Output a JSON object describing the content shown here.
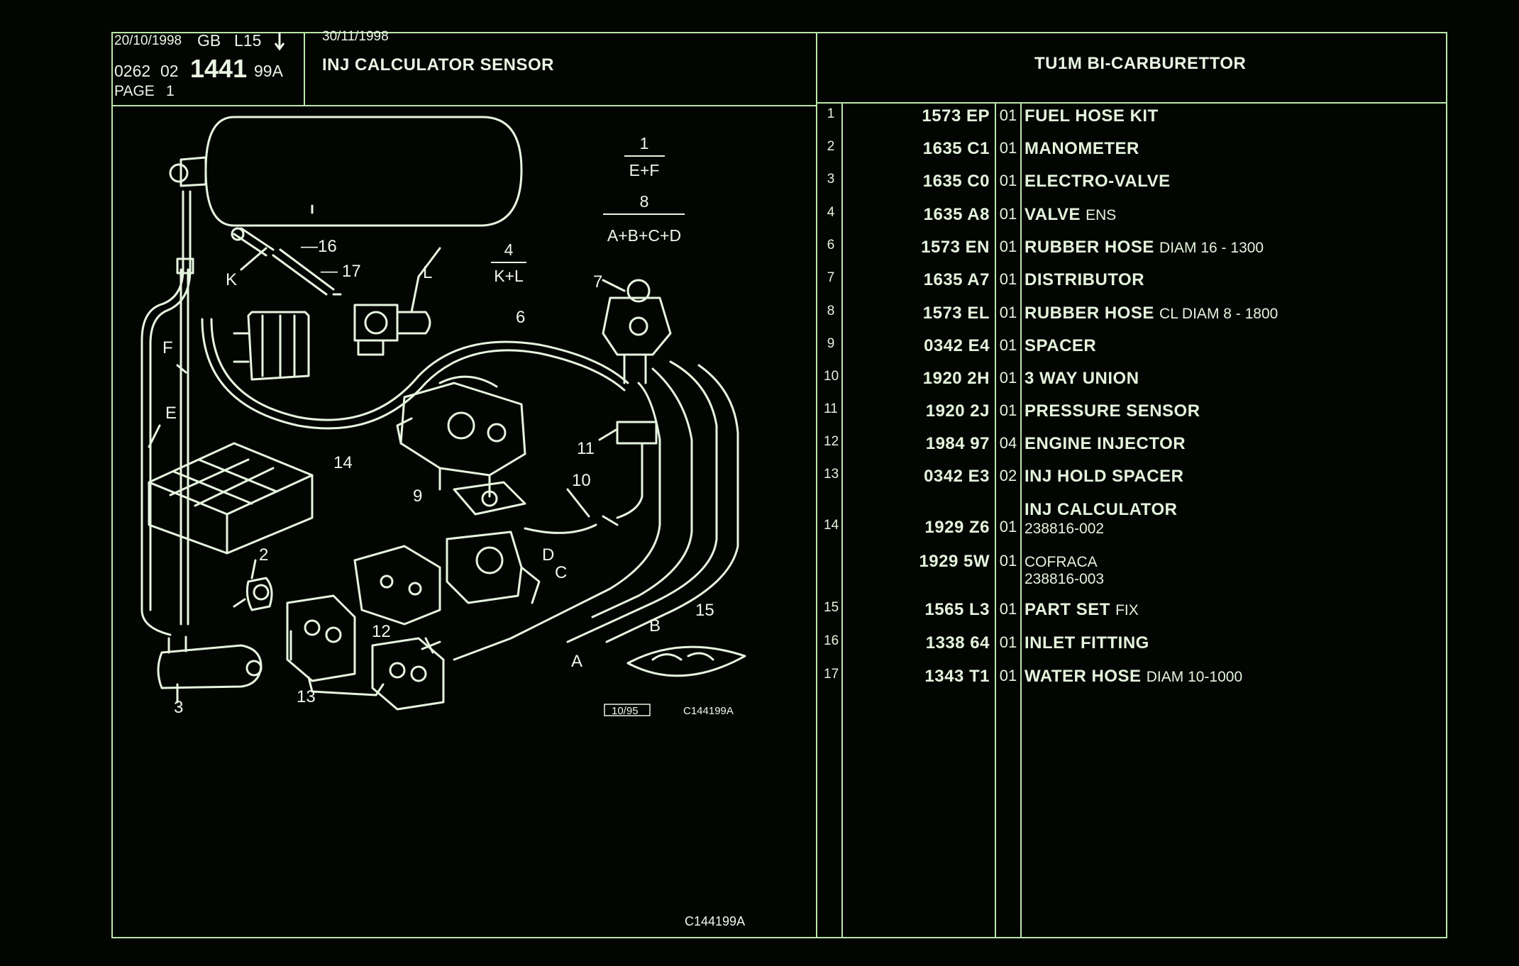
{
  "header": {
    "date": "20/10/1998",
    "lang": "GB",
    "code": "L15",
    "down_arrow_icon": "arrow-down-icon",
    "ref_a": "0262",
    "ref_b": "02",
    "ref_big": "1441",
    "ref_c": "99A",
    "page": "PAGE",
    "page_num": "1",
    "date2": "30/11/1998",
    "title": "INJ CALCULATOR SENSOR",
    "vehicle": "TU1M BI-CARBURETTOR"
  },
  "diagram": {
    "formula1_top": "1",
    "formula1_bottom": "E+F",
    "formula2_top": "8",
    "formula2_bottom": "A+B+C+D",
    "formula3_top": "4",
    "formula3_bottom": "K+L",
    "callouts": [
      "1",
      "2",
      "3",
      "6",
      "7",
      "9",
      "10",
      "11",
      "12",
      "13",
      "14",
      "15",
      "16",
      "17",
      "A",
      "B",
      "C",
      "D",
      "E",
      "F",
      "K",
      "L"
    ],
    "stamp_date": "10/95",
    "stamp_ref": "C144199A",
    "footer_ref": "C144199A"
  },
  "parts": [
    {
      "n": "1",
      "ref": "1573 EP",
      "qty": "01",
      "name": "FUEL HOSE KIT",
      "extra": ""
    },
    {
      "n": "2",
      "ref": "1635 C1",
      "qty": "01",
      "name": "MANOMETER",
      "extra": ""
    },
    {
      "n": "3",
      "ref": "1635 C0",
      "qty": "01",
      "name": "ELECTRO-VALVE",
      "extra": ""
    },
    {
      "n": "4",
      "ref": "1635 A8",
      "qty": "01",
      "name": "VALVE",
      "extra": "ENS"
    },
    {
      "n": "6",
      "ref": "1573 EN",
      "qty": "01",
      "name": "RUBBER HOSE",
      "extra": "DIAM 16 - 1300"
    },
    {
      "n": "7",
      "ref": "1635 A7",
      "qty": "01",
      "name": "DISTRIBUTOR",
      "extra": ""
    },
    {
      "n": "8",
      "ref": "1573 EL",
      "qty": "01",
      "name": "RUBBER HOSE",
      "extra": "CL DIAM 8 - 1800"
    },
    {
      "n": "9",
      "ref": "0342 E4",
      "qty": "01",
      "name": "SPACER",
      "extra": ""
    },
    {
      "n": "10",
      "ref": "1920 2H",
      "qty": "01",
      "name": "3 WAY UNION",
      "extra": ""
    },
    {
      "n": "11",
      "ref": "1920 2J",
      "qty": "01",
      "name": "PRESSURE SENSOR",
      "extra": ""
    },
    {
      "n": "12",
      "ref": "1984 97",
      "qty": "04",
      "name": "ENGINE INJECTOR",
      "extra": ""
    },
    {
      "n": "13",
      "ref": "0342 E3",
      "qty": "02",
      "name": "INJ HOLD SPACER",
      "extra": ""
    },
    {
      "n": "14",
      "ref": "1929 Z6",
      "qty": "01",
      "name": "INJ CALCULATOR",
      "extra": "238816-002"
    },
    {
      "n": "",
      "ref": "1929 5W",
      "qty": "01",
      "name": "COFRACA",
      "extra": "238816-003"
    },
    {
      "n": "15",
      "ref": "1565 L3",
      "qty": "01",
      "name": "PART SET",
      "extra": "FIX"
    },
    {
      "n": "16",
      "ref": "1338 64",
      "qty": "01",
      "name": "INLET FITTING",
      "extra": ""
    },
    {
      "n": "17",
      "ref": "1343 T1",
      "qty": "01",
      "name": "WATER HOSE",
      "extra": "DIAM 10-1000"
    }
  ],
  "colors": {
    "background": "#030503",
    "line": "#b9e7a8",
    "text": "#eaf6e4"
  }
}
